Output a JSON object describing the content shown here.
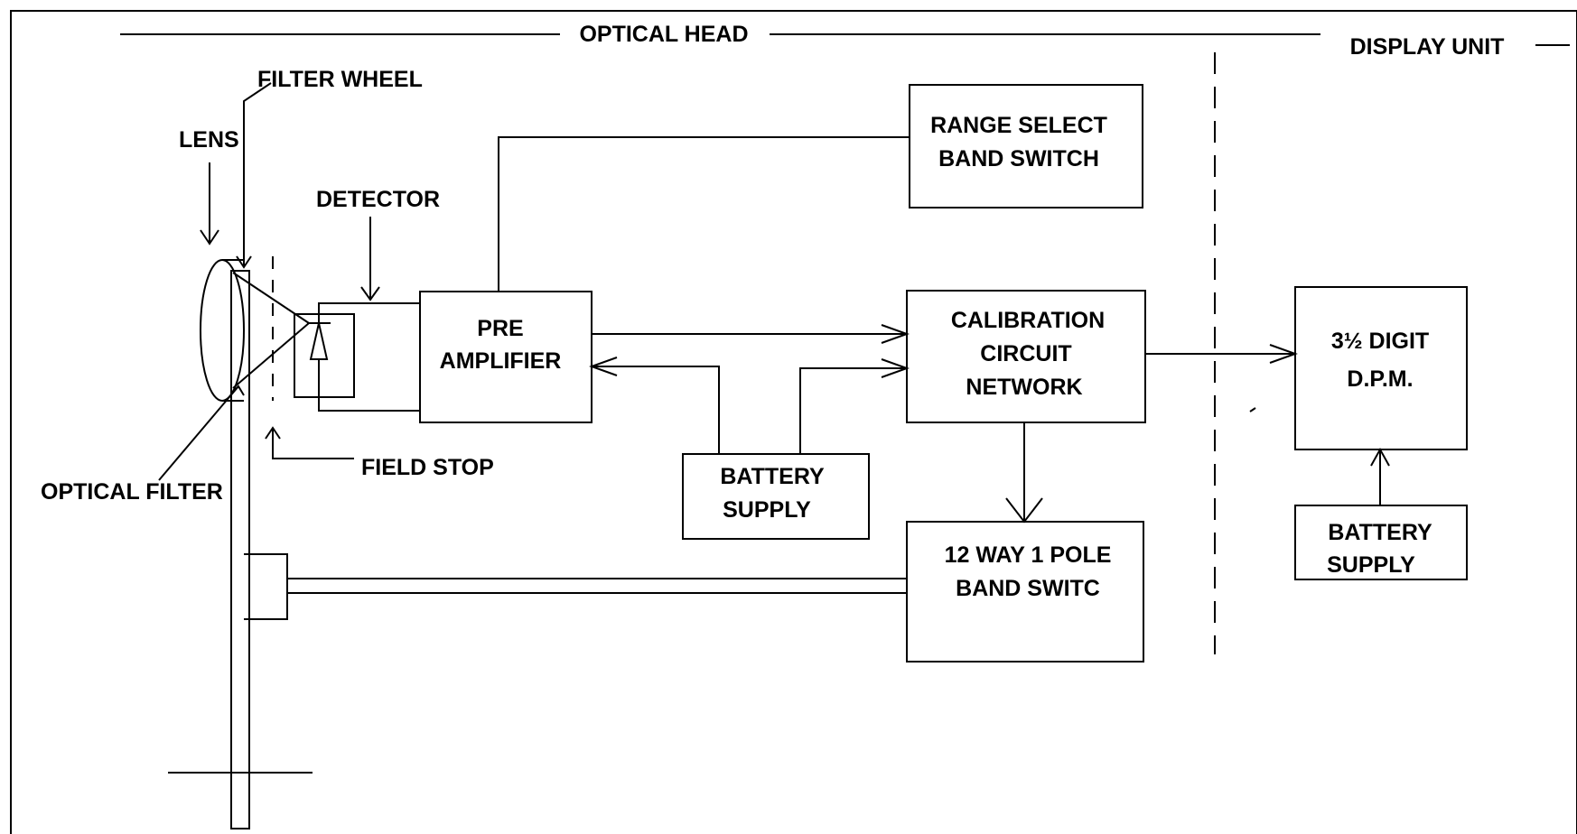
{
  "sections": {
    "optical_head": "OPTICAL HEAD",
    "display_unit": "DISPLAY UNIT"
  },
  "annotations": {
    "filter_wheel": "FILTER WHEEL",
    "lens": "LENS",
    "detector": "DETECTOR",
    "field_stop": "FIELD STOP",
    "optical_filter": "OPTICAL FILTER"
  },
  "blocks": {
    "range_select": [
      "RANGE SELECT",
      "BAND SWITCH"
    ],
    "pre_amplifier": [
      "PRE",
      "AMPLIFIER"
    ],
    "calibration": [
      "CALIBRATION",
      "CIRCUIT",
      "NETWORK"
    ],
    "battery_supply_left": [
      "BATTERY",
      "SUPPLY"
    ],
    "band_switch": [
      "12 WAY 1 POLE",
      "BAND SWITC"
    ],
    "dpm": [
      "3½  DIGIT",
      "D.P.M."
    ],
    "battery_supply_right": [
      "BATTERY",
      "SUPPLY"
    ]
  }
}
